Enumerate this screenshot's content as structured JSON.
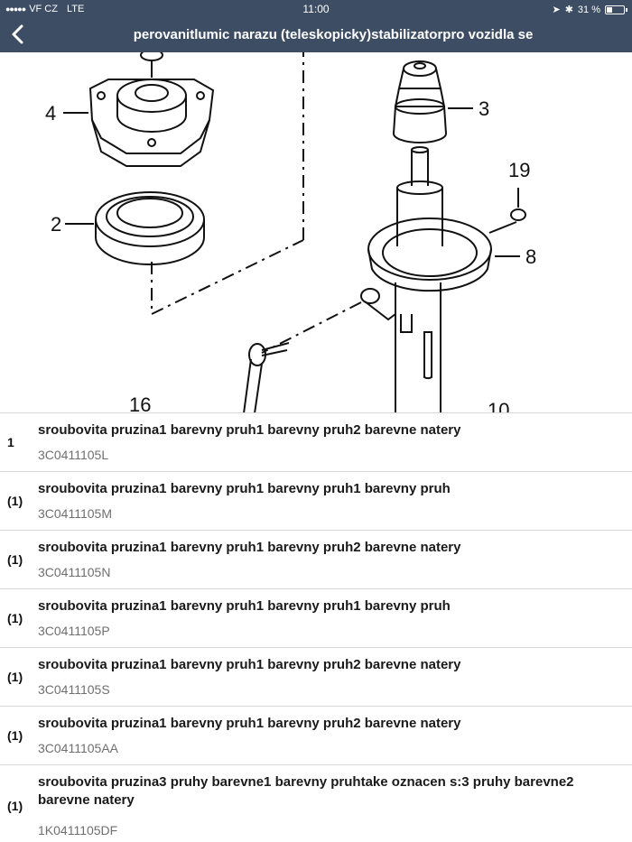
{
  "status_bar": {
    "carrier": "VF CZ",
    "network": "LTE",
    "time": "11:00",
    "battery": "31 %",
    "battery_fraction": 0.31
  },
  "nav": {
    "back_icon": "chevron-left-icon",
    "title": "perovanitlumic narazu (teleskopicky)stabilizatorpro vozidla se"
  },
  "diagram": {
    "callouts": [
      "4",
      "2",
      "3",
      "19",
      "8",
      "16",
      "10"
    ]
  },
  "parts": [
    {
      "qty": "1",
      "description": "sroubovita pruzina1 barevny pruh1 barevny pruh2 barevne natery",
      "code": "3C0411105L"
    },
    {
      "qty": "(1)",
      "description": "sroubovita pruzina1 barevny pruh1 barevny pruh1 barevny pruh",
      "code": "3C0411105M"
    },
    {
      "qty": "(1)",
      "description": "sroubovita pruzina1 barevny pruh1 barevny pruh2 barevne natery",
      "code": "3C0411105N"
    },
    {
      "qty": "(1)",
      "description": "sroubovita pruzina1 barevny pruh1 barevny pruh1 barevny pruh",
      "code": "3C0411105P"
    },
    {
      "qty": "(1)",
      "description": "sroubovita pruzina1 barevny pruh1 barevny pruh2 barevne natery",
      "code": "3C0411105S"
    },
    {
      "qty": "(1)",
      "description": "sroubovita pruzina1 barevny pruh1 barevny pruh2 barevne natery",
      "code": "3C0411105AA"
    },
    {
      "qty": "(1)",
      "description": "sroubovita pruzina3 pruhy barevne1 barevny pruhtake oznacen s:3 pruhy barevne2 barevne natery",
      "code": "1K0411105DF"
    }
  ]
}
